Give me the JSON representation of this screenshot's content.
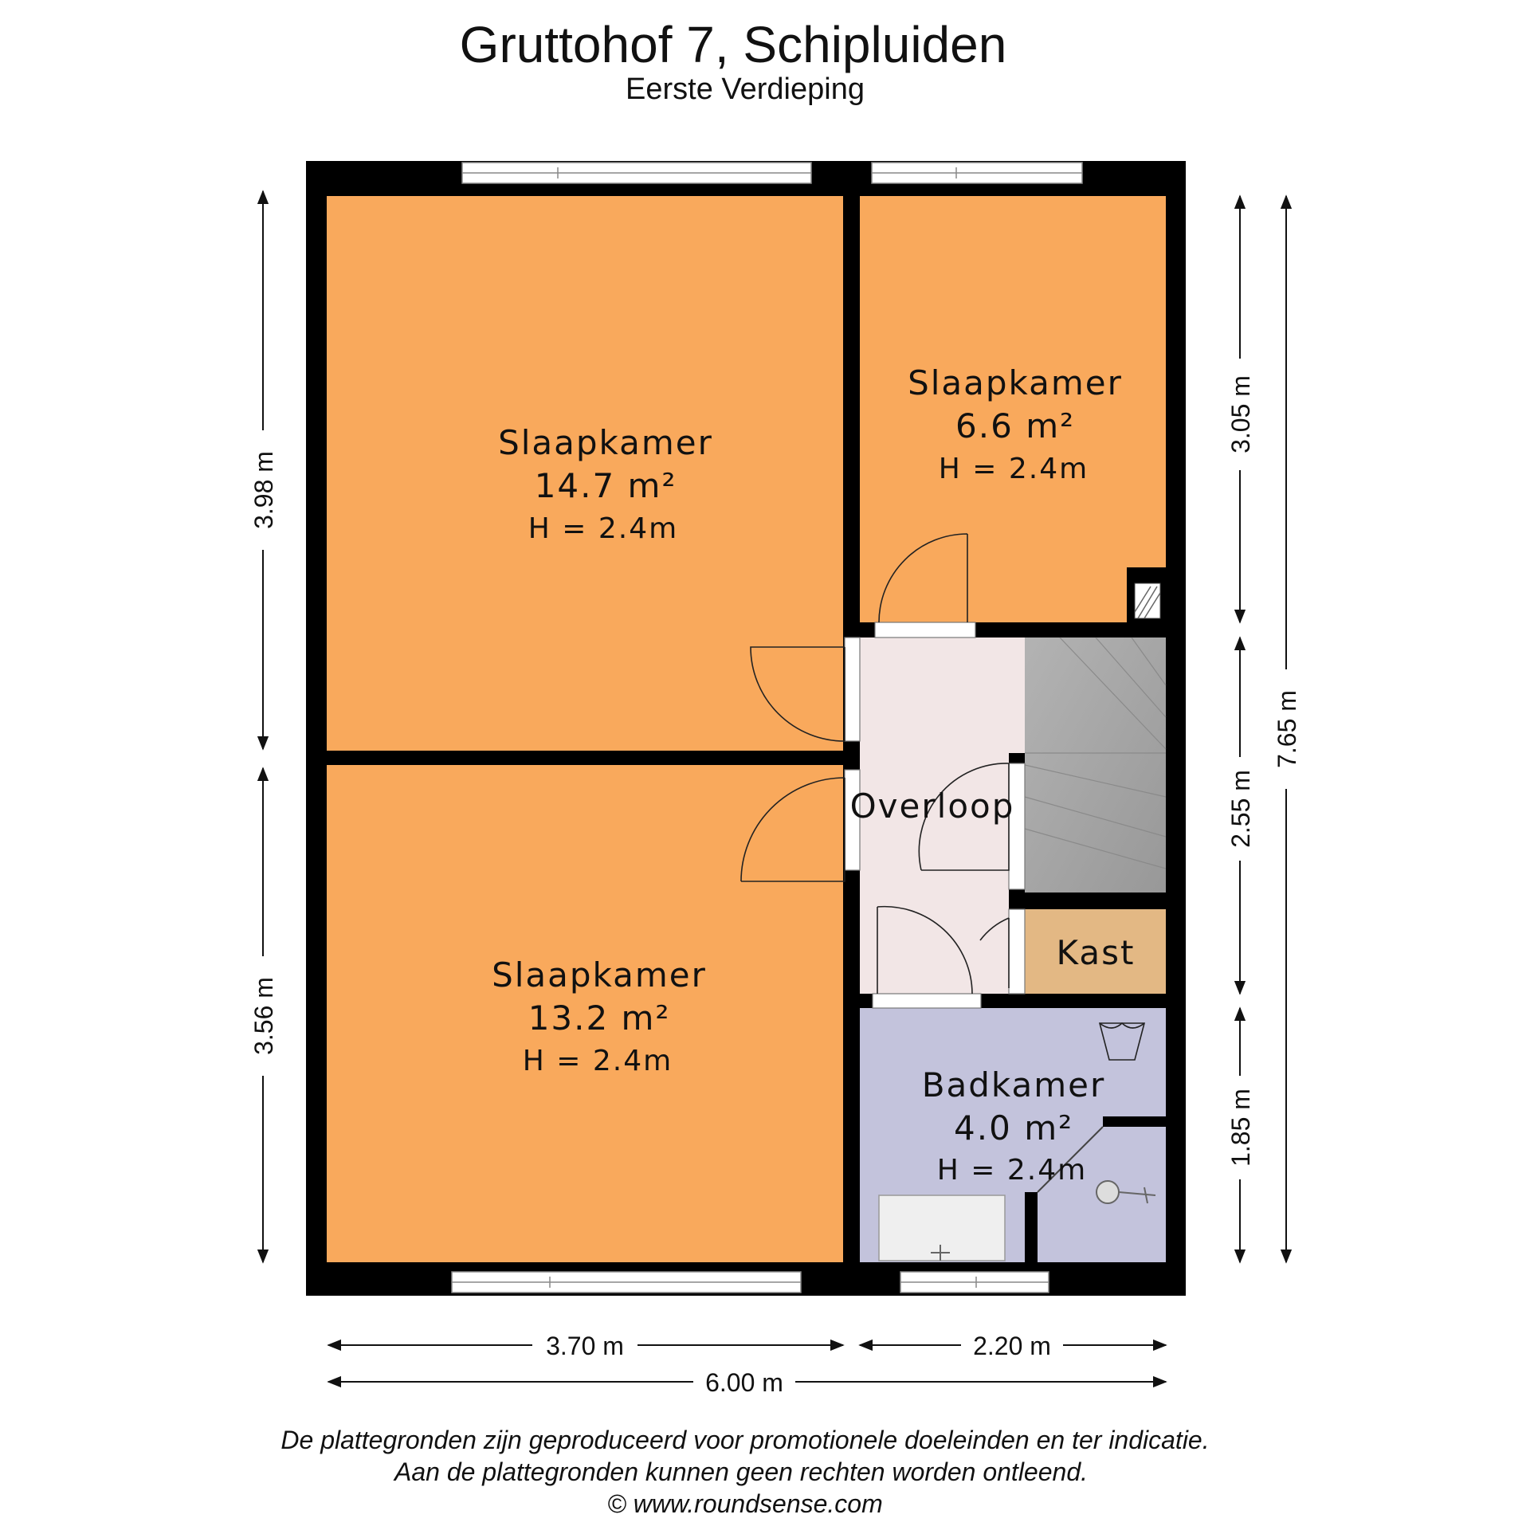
{
  "header": {
    "title": "Gruttohof 7, Schipluiden",
    "subtitle": "Eerste Verdieping"
  },
  "colors": {
    "bedroom": "#f9a95c",
    "landing": "#f2e6e6",
    "stairs": "#a9a9a9",
    "closet": "#e3b884",
    "bathroom": "#c3c3dc",
    "wall": "#000000"
  },
  "rooms": {
    "bedroom_large": {
      "name": "Slaapkamer",
      "area": "14.7 m²",
      "height": "H = 2.4m"
    },
    "bedroom_small": {
      "name": "Slaapkamer",
      "area": "6.6 m²",
      "height": "H = 2.4m"
    },
    "bedroom_bottom": {
      "name": "Slaapkamer",
      "area": "13.2 m²",
      "height": "H = 2.4m"
    },
    "landing": {
      "name": "Overloop"
    },
    "closet": {
      "name": "Kast"
    },
    "bathroom": {
      "name": "Badkamer",
      "area": "4.0 m²",
      "height": "H = 2.4m"
    }
  },
  "dimensions": {
    "left_top": "3.98 m",
    "left_bottom": "3.56 m",
    "right_top": "3.05 m",
    "right_middle": "2.55 m",
    "right_bottom": "1.85 m",
    "right_total": "7.65 m",
    "bottom_left": "3.70 m",
    "bottom_right": "2.20 m",
    "bottom_total": "6.00 m"
  },
  "footer": {
    "line1": "De plattegronden zijn geproduceerd voor promotionele doeleinden en ter indicatie.",
    "line2": "Aan de plattegronden kunnen geen rechten worden ontleend.",
    "copyright": "© www.roundsense.com"
  }
}
